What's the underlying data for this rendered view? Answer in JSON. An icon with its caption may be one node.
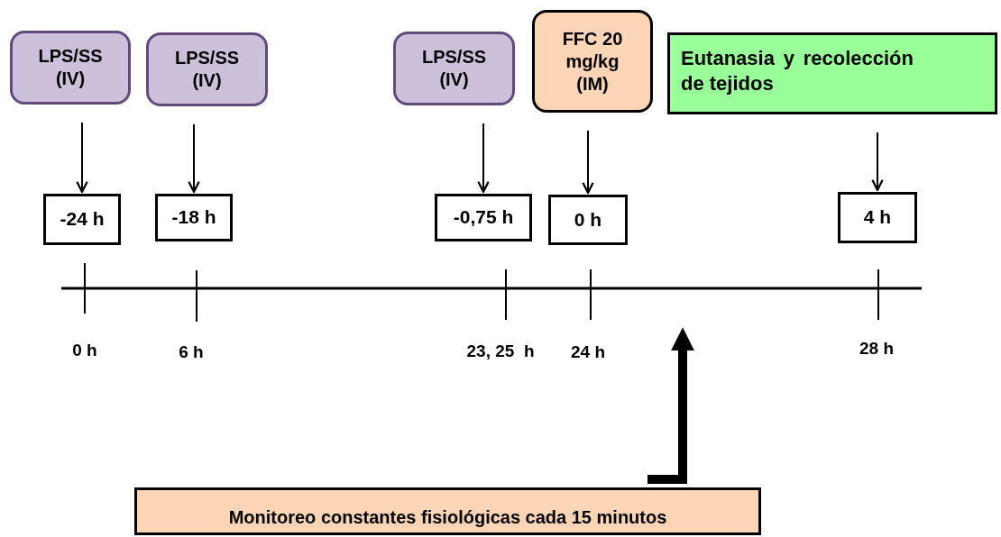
{
  "diagram": {
    "nodes": [
      {
        "text": [
          "LPS/SS (IV)"
        ]
      },
      {
        "text": [
          "LPS/SS (IV)"
        ]
      },
      {
        "text": [
          "LPS/SS (IV)"
        ]
      },
      {
        "text": [
          "FFC 20 mg/kg (IM)"
        ]
      },
      {
        "text": [
          "Eutanasia y recolección de tejidos"
        ]
      },
      {
        "text": [
          "-24 h"
        ]
      },
      {
        "text": [
          "-18 h"
        ]
      },
      {
        "text": [
          "-0,75 h"
        ]
      },
      {
        "text": [
          "0 h"
        ]
      },
      {
        "text": [
          "4 h"
        ]
      },
      {
        "text": [
          "Monitoreo constantes fisiológicas cada 15 minutos"
        ]
      }
    ],
    "edges": [
      {
        "from": 0,
        "to": 5,
        "arrow": "to"
      },
      {
        "from": 1,
        "to": 6,
        "arrow": "to"
      },
      {
        "from": 2,
        "to": 7,
        "arrow": "to"
      },
      {
        "from": 3,
        "to": 8,
        "arrow": "to"
      },
      {
        "from": 4,
        "to": 9,
        "arrow": "to"
      },
      {
        "from": 10,
        "to": null,
        "arrow": "to",
        "style": "thick"
      }
    ],
    "labels": [
      "0 h",
      "6 h",
      "23, 25  h",
      "24 h",
      "28 h"
    ]
  }
}
